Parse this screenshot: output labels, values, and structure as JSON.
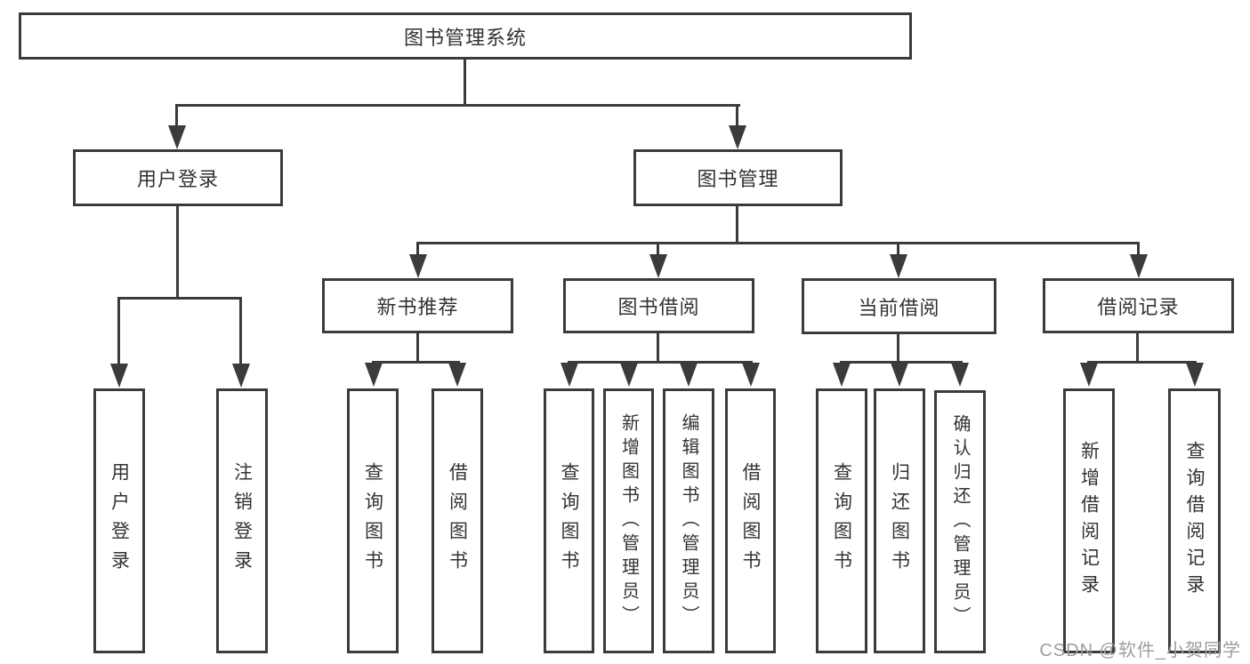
{
  "tree": {
    "root": "图书管理系统",
    "branches": [
      {
        "label": "用户登录",
        "children": [
          "用户登录",
          "注销登录"
        ]
      },
      {
        "label": "图书管理",
        "children": [
          {
            "label": "新书推荐",
            "children": [
              "查询图书",
              "借阅图书"
            ]
          },
          {
            "label": "图书借阅",
            "children": [
              "查询图书",
              "新增图书（管理员）",
              "编辑图书（管理员）",
              "借阅图书"
            ]
          },
          {
            "label": "当前借阅",
            "children": [
              "查询图书",
              "归还图书",
              "确认归还（管理员）"
            ]
          },
          {
            "label": "借阅记录",
            "children": [
              "新增借阅记录",
              "查询借阅记录"
            ]
          }
        ]
      }
    ]
  },
  "watermark": {
    "text": "CSDN @软件_小贺同学"
  },
  "colors": {
    "line": "#3b3b3b",
    "text": "#333333",
    "watermark_text": "#9e9e9e",
    "background": "#ffffff"
  }
}
